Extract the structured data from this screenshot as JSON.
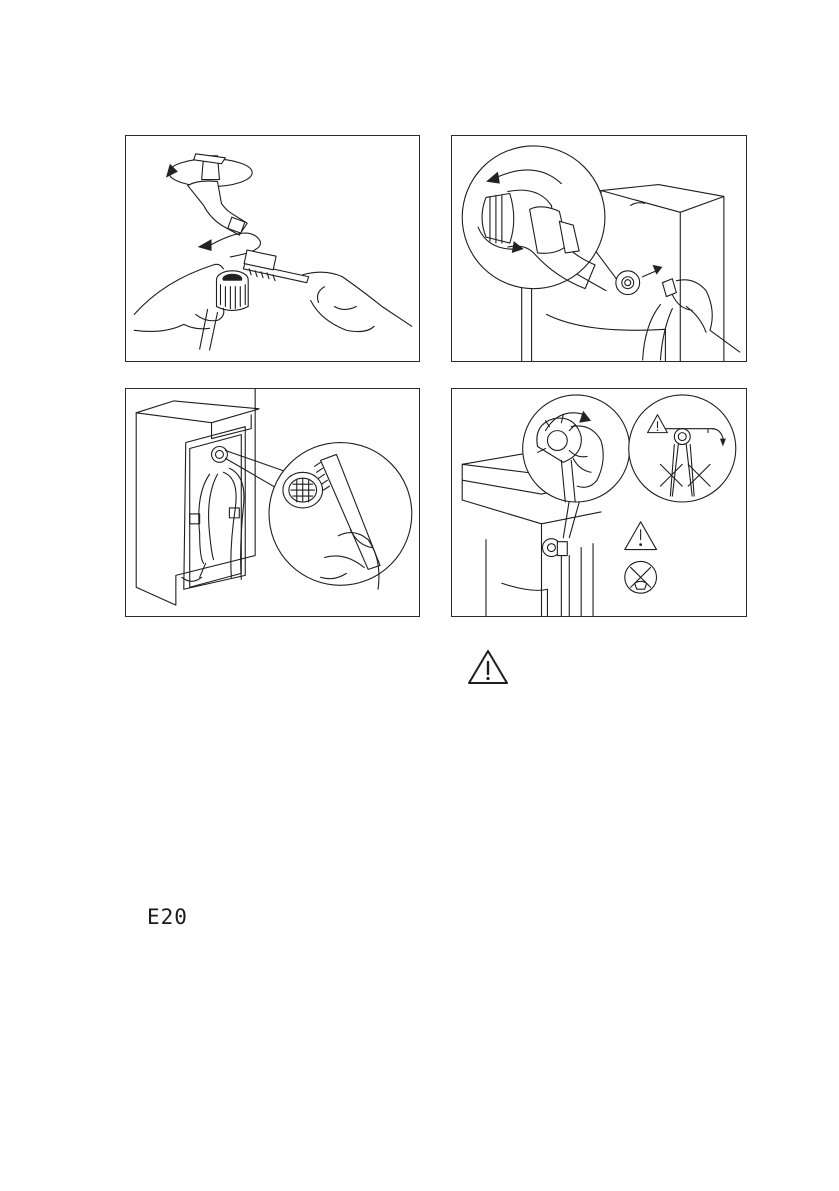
{
  "figures": [
    {
      "icon": "clean-tap-filter-illustration"
    },
    {
      "icon": "remove-inlet-hose-illustration"
    },
    {
      "icon": "clean-appliance-inlet-filter-illustration"
    },
    {
      "icon": "refit-inlet-hose-illustration"
    }
  ],
  "warning": {
    "icon": "warning-triangle-icon"
  },
  "error_code": {
    "text": "E20"
  }
}
